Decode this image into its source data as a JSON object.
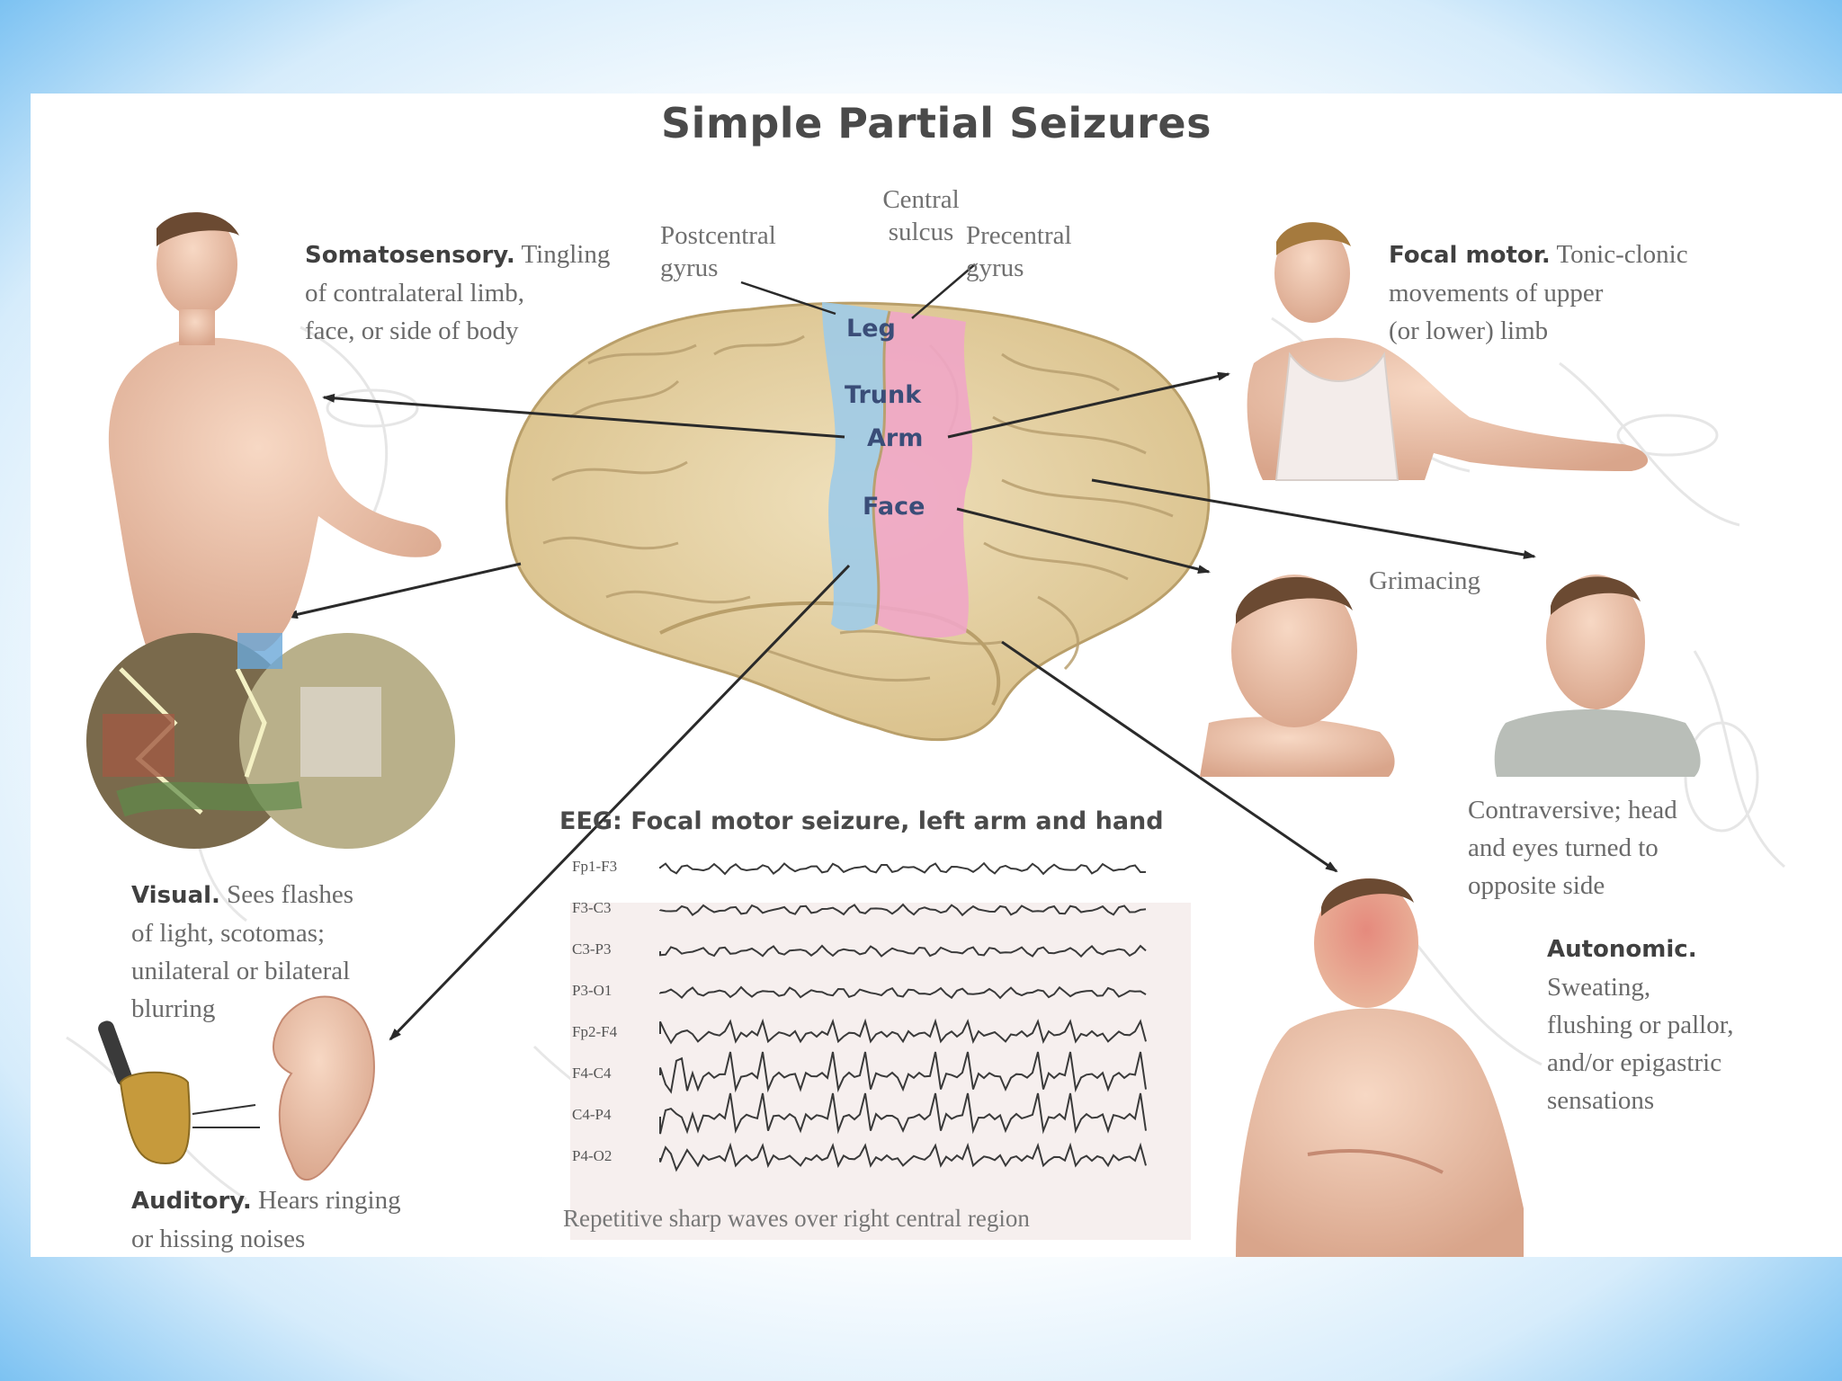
{
  "title": "Simple Partial Seizures",
  "brain": {
    "central_sulcus": "Central sulcus",
    "central_line1": "Central",
    "central_line2": "sulcus",
    "postcentral_line1": "Postcentral",
    "postcentral_line2": "gyrus",
    "precentral_line1": "Precentral",
    "precentral_line2": "gyrus",
    "regions": [
      "Leg",
      "Trunk",
      "Arm",
      "Face"
    ],
    "grimacing": "Grimacing"
  },
  "captions": {
    "somatosensory": {
      "head": "Somatosensory.",
      "l1": "Tingling",
      "l2": "of contralateral limb,",
      "l3": "face, or side of body"
    },
    "focal_motor": {
      "head": "Focal motor.",
      "l1": "Tonic-clonic",
      "l2": "movements of upper",
      "l3": "(or lower) limb"
    },
    "visual": {
      "head": "Visual.",
      "l1": "Sees flashes",
      "l2": "of light, scotomas;",
      "l3": "unilateral or bilateral",
      "l4": "blurring"
    },
    "auditory": {
      "head": "Auditory.",
      "l1": "Hears ringing",
      "l2": "or hissing noises"
    },
    "contraversive": {
      "l1": "Contraversive; head",
      "l2": "and eyes turned to",
      "l3": "opposite side"
    },
    "autonomic": {
      "head": "Autonomic.",
      "l1": "Sweating,",
      "l2": "flushing or pallor,",
      "l3": "and/or epigastric",
      "l4": "sensations"
    }
  },
  "eeg": {
    "title": "EEG: Focal motor seizure, left arm and hand",
    "leads": [
      "Fp1-F3",
      "F3-C3",
      "C3-P3",
      "P3-O1",
      "Fp2-F4",
      "F4-C4",
      "C4-P4",
      "P4-O2"
    ],
    "footer": "Repetitive sharp waves over right central region"
  },
  "colors": {
    "postcentral": "#9ecbe8",
    "precentral": "#f0a6c6",
    "brain": "#e7d3a6",
    "arrow": "#2a2a2a"
  }
}
